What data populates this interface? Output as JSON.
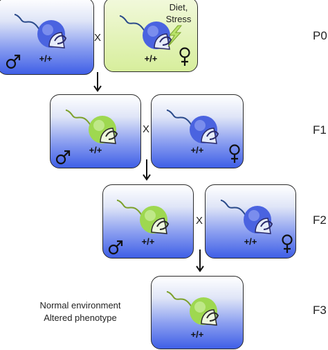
{
  "generations": [
    "P0",
    "F1",
    "F2",
    "F3"
  ],
  "genotype": "+/+",
  "cross_symbol": "X",
  "p0_trigger": [
    "Diet,",
    "Stress"
  ],
  "f3_note": [
    "Normal environment",
    "Altered phenotype"
  ],
  "colors": {
    "blue_mouse": "#4a63e0",
    "green_mouse": "#9ed850",
    "box_blue": "#3f5fe6",
    "box_green": "#d7ee9c",
    "lightning": "#b9e36a"
  }
}
